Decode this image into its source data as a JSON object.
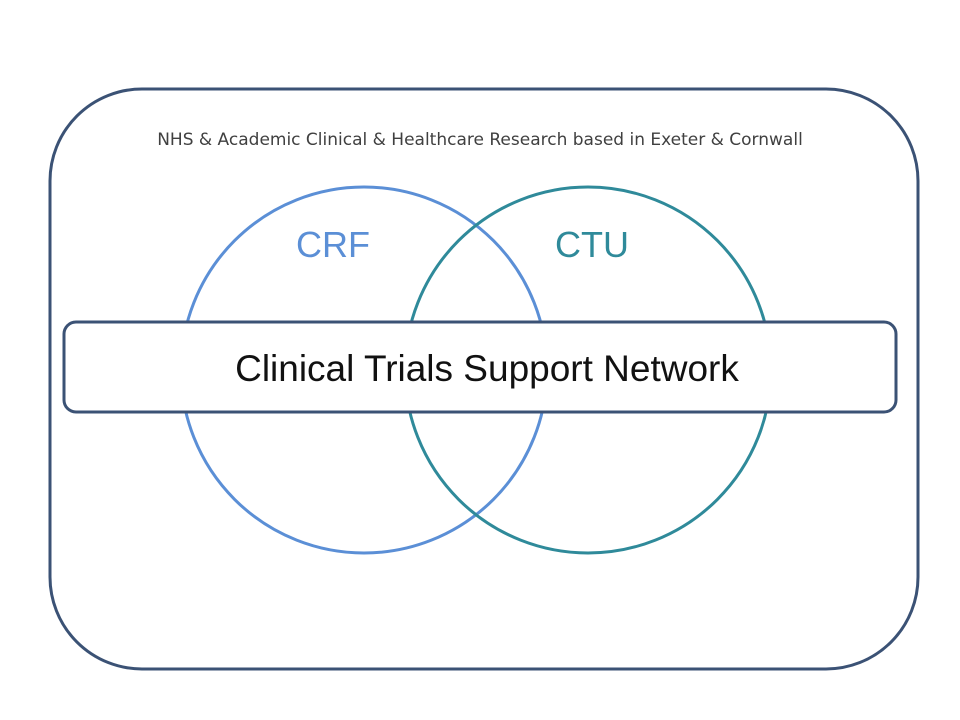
{
  "caption": "NHS & Academic Clinical & Healthcare Research based in Exeter & Cornwall",
  "circles": [
    {
      "label": "CRF",
      "color": "#5b8fd6"
    },
    {
      "label": "CTU",
      "color": "#2f8a9a"
    }
  ],
  "banner": {
    "text": "Clinical Trials Support Network"
  },
  "colors": {
    "outer_border": "#3b5275",
    "banner_border": "#3b5275"
  }
}
